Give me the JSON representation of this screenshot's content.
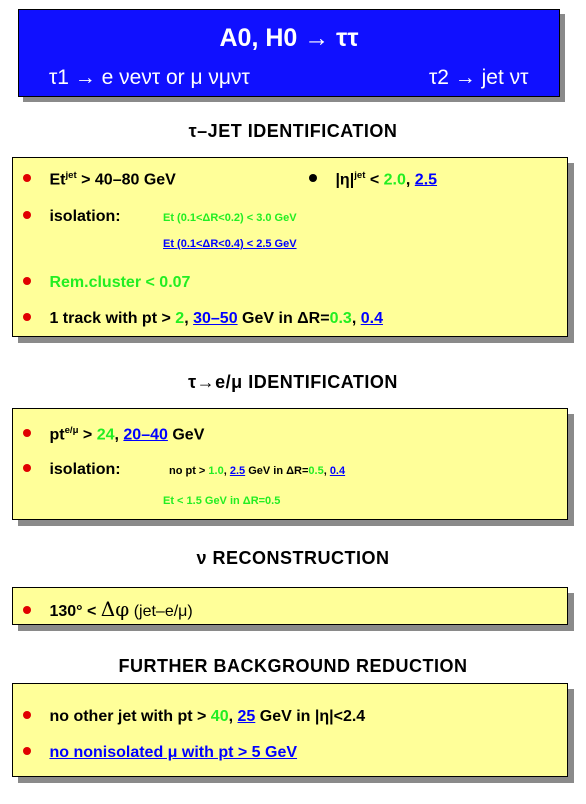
{
  "title": {
    "line1": "A0, H0 → ττ",
    "tau1": "τ1 → e νeντ or μ νμντ",
    "tau2": "τ2 → jet ντ"
  },
  "sections": [
    {
      "heading": "τ–JET IDENTIFICATION"
    },
    {
      "heading": "τ→e/μ IDENTIFICATION"
    },
    {
      "heading": "ν RECONSTRUCTION"
    },
    {
      "heading": "FURTHER BACKGROUND REDUCTION"
    }
  ],
  "tau_jet": {
    "et_label": "Et",
    "et_sup": "jet",
    "et_rest": ">  40–80 GeV",
    "eta_label": "|η|",
    "eta_sup": "jet",
    "eta_lt": "<",
    "eta_v1": "2.0",
    "eta_sep": ",",
    "eta_v2": "2.5",
    "iso_label": "isolation:",
    "iso1": "Et (0.1<ΔR<0.2) < 3.0 GeV",
    "iso2": "Et (0.1<ΔR<0.4) < 2.5 GeV",
    "rem_label": "Rem.cluster",
    "rem_value": "< 0.07",
    "track_pre": "1 track with  pt >",
    "track_v1": "2",
    "track_sep1": ",",
    "track_v2": "30–50",
    "track_mid": "GeV  in  ΔR=",
    "track_v3": "0.3",
    "track_sep2": ",",
    "track_v4": "0.4"
  },
  "tau_lep": {
    "pt_label": "pt",
    "pt_sup": "e/μ",
    "pt_gt": ">",
    "pt_v1": "24",
    "pt_sep": ",",
    "pt_v2": "20–40",
    "pt_unit": "GeV",
    "iso_label": "isolation:",
    "iso_pre": "no  pt >",
    "iso_v1": "1.0",
    "iso_sep1": ",",
    "iso_v2": "2.5",
    "iso_mid": "GeV  in  ΔR=",
    "iso_v3": "0.5",
    "iso_sep2": ",",
    "iso_v4": "0.4",
    "iso_line2": "Et < 1.5 GeV  in  ΔR=0.5"
  },
  "nu": {
    "text_pre": "130° <",
    "dphi": "Δφ",
    "text_post": "(jet–e/μ)"
  },
  "further": {
    "row1_pre": "no other jet with pt >",
    "row1_v1": "40",
    "row1_sep": ",",
    "row1_v2": "25",
    "row1_post": "GeV  in  |η|<2.4",
    "row2": "no nonisolated μ with  pt  > 5 GeV"
  },
  "colors": {
    "title_bg": "#1010ff",
    "panel_bg": "#ffff99",
    "bullet": "#e00000",
    "green": "#22ee22",
    "blue": "#0000ff"
  }
}
